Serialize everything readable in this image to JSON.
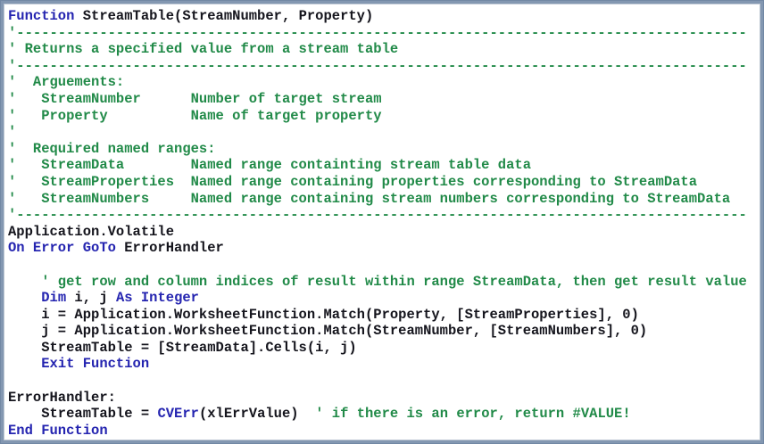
{
  "app": "vba-code-editor",
  "palette": {
    "keyword_color": "#2424b0",
    "text_color": "#14141c",
    "comment_color": "#218a48",
    "background_color": "#ffffff",
    "border_outer": "#7288a4",
    "border_main": "#8397b1",
    "border_inner": "#bcc6d2"
  },
  "code": {
    "language": "vba",
    "function_name": "StreamTable",
    "lines": [
      [
        [
          "k",
          "Function"
        ],
        [
          "n",
          " StreamTable(StreamNumber, Property)"
        ]
      ],
      [
        [
          "c",
          "'----------------------------------------------------------------------------------------"
        ]
      ],
      [
        [
          "c",
          "' Returns a specified value from a stream table"
        ]
      ],
      [
        [
          "c",
          "'----------------------------------------------------------------------------------------"
        ]
      ],
      [
        [
          "c",
          "'  Arguements:"
        ]
      ],
      [
        [
          "c",
          "'   StreamNumber      Number of target stream"
        ]
      ],
      [
        [
          "c",
          "'   Property          Name of target property"
        ]
      ],
      [
        [
          "c",
          "'"
        ]
      ],
      [
        [
          "c",
          "'  Required named ranges:"
        ]
      ],
      [
        [
          "c",
          "'   StreamData        Named range containting stream table data"
        ]
      ],
      [
        [
          "c",
          "'   StreamProperties  Named range containing properties corresponding to StreamData"
        ]
      ],
      [
        [
          "c",
          "'   StreamNumbers     Named range containing stream numbers corresponding to StreamData"
        ]
      ],
      [
        [
          "c",
          "'----------------------------------------------------------------------------------------"
        ]
      ],
      [
        [
          "n",
          "Application.Volatile"
        ]
      ],
      [
        [
          "k",
          "On Error GoTo"
        ],
        [
          "n",
          " ErrorHandler"
        ]
      ],
      [],
      [
        [
          "c",
          "    ' get row and column indices of result within range StreamData, then get result value"
        ]
      ],
      [
        [
          "n",
          "    "
        ],
        [
          "k",
          "Dim"
        ],
        [
          "n",
          " i, j "
        ],
        [
          "k",
          "As"
        ],
        [
          "n",
          " "
        ],
        [
          "k",
          "Integer"
        ]
      ],
      [
        [
          "n",
          "    i = Application.WorksheetFunction.Match(Property, [StreamProperties], 0)"
        ]
      ],
      [
        [
          "n",
          "    j = Application.WorksheetFunction.Match(StreamNumber, [StreamNumbers], 0)"
        ]
      ],
      [
        [
          "n",
          "    StreamTable = [StreamData].Cells(i, j)"
        ]
      ],
      [
        [
          "n",
          "    "
        ],
        [
          "k",
          "Exit Function"
        ]
      ],
      [],
      [
        [
          "n",
          "ErrorHandler:"
        ]
      ],
      [
        [
          "n",
          "    StreamTable = "
        ],
        [
          "k",
          "CVErr"
        ],
        [
          "n",
          "(xlErrValue)  "
        ],
        [
          "c",
          "' if there is an error, return #VALUE!"
        ]
      ],
      [
        [
          "k",
          "End Function"
        ]
      ]
    ]
  }
}
